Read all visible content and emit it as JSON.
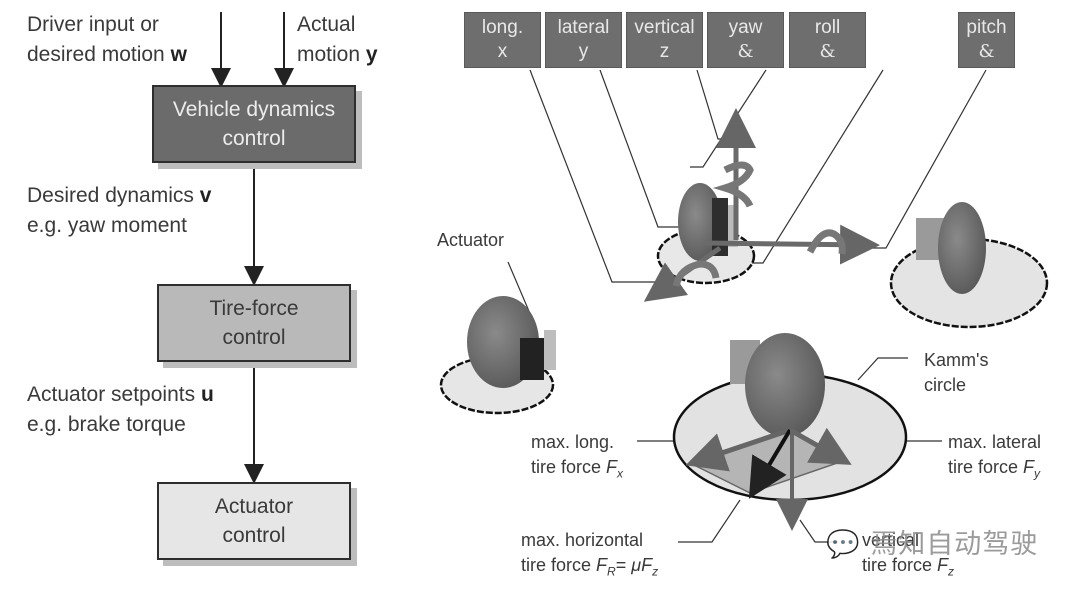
{
  "flow": {
    "input_w": {
      "line1": "Driver input or",
      "line2": "desired motion",
      "var": "w"
    },
    "input_y": {
      "line1": "Actual",
      "line2": "motion",
      "var": "y"
    },
    "box1": {
      "line1": "Vehicle dynamics",
      "line2": "control"
    },
    "signal_v": {
      "line1": "Desired dynamics",
      "var": "v",
      "line2": "e.g. yaw moment"
    },
    "box2": {
      "line1": "Tire-force",
      "line2": "control"
    },
    "signal_u": {
      "line1": "Actuator setpoints",
      "var": "u",
      "line2": "e.g. brake torque"
    },
    "box3": {
      "line1": "Actuator",
      "line2": "control"
    }
  },
  "motion_tabs": [
    {
      "label": "long.",
      "symbol": "x"
    },
    {
      "label": "lateral",
      "symbol": "y"
    },
    {
      "label": "vertical",
      "symbol": "z"
    },
    {
      "label": "yaw",
      "symbol": "&"
    },
    {
      "label": "roll",
      "symbol": "&"
    },
    {
      "label": "pitch",
      "symbol": "&"
    }
  ],
  "wheel_labels": {
    "actuator": "Actuator",
    "kamm_line1": "Kamm's",
    "kamm_line2": "circle",
    "fx_line1": "max. long.",
    "fx_line2": "tire force",
    "fx_sym": "F",
    "fx_sub": "x",
    "fy_line1": "max. lateral",
    "fy_line2": "tire force",
    "fy_sym": "F",
    "fy_sub": "y",
    "fr_line1": "max. horizontal",
    "fr_line2": "tire force",
    "fr_sym": "F",
    "fr_sub": "R",
    "fr_eq": "= ",
    "fr_mu": "μF",
    "fr_mu_sub": "z",
    "fz_line1": "vertical",
    "fz_line2": "tire force",
    "fz_sym": "F",
    "fz_sub": "z"
  },
  "watermark": "焉知自动驾驶",
  "colors": {
    "dark_box": "#6b6b6b",
    "mid_box": "#b9b9b9",
    "light_box": "#e6e6e6",
    "tab": "#6e6e6e"
  }
}
